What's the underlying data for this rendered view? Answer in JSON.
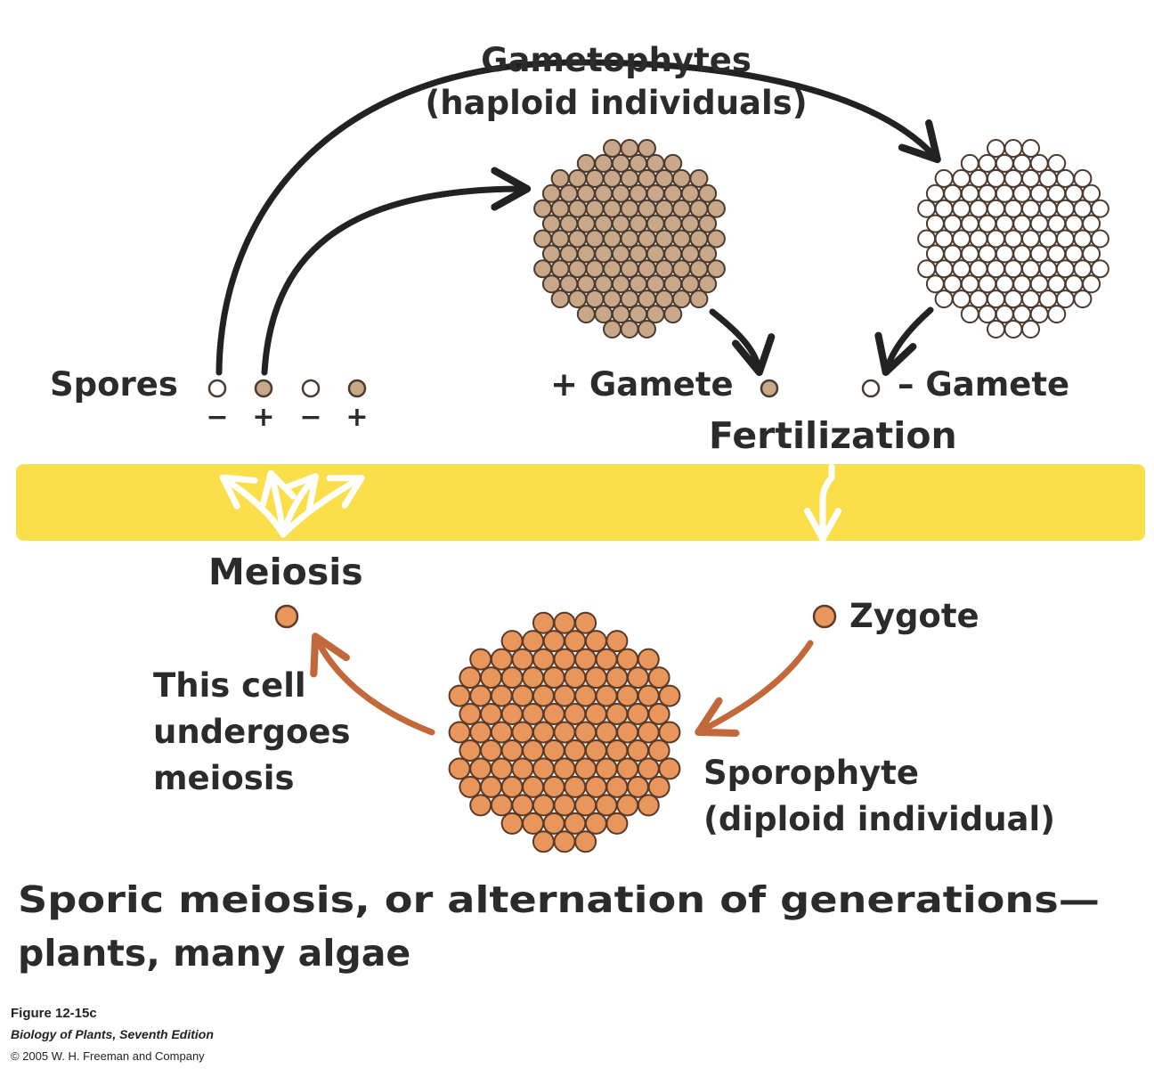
{
  "gametophytes": {
    "title": "Gametophytes",
    "subtitle": "(haploid individuals)"
  },
  "spores": {
    "label": "Spores",
    "signs": [
      "−",
      "+",
      "−",
      "+"
    ]
  },
  "gametes": {
    "plus_label": "+ Gamete",
    "minus_label": "– Gamete"
  },
  "fertilization_label": "Fertilization",
  "meiosis_label": "Meiosis",
  "zygote_label": "Zygote",
  "meiosis_cell_note": [
    "This cell",
    "undergoes",
    "meiosis"
  ],
  "sporophyte": {
    "title": "Sporophyte",
    "subtitle": "(diploid individual)"
  },
  "caption": {
    "line1": "Sporic meiosis, or alternation of generations—",
    "line2": "plants, many algae"
  },
  "figure_credit": {
    "figure": "Figure 12-15c",
    "book": "Biology of Plants, Seventh Edition",
    "copyright": "© 2005 W. H. Freeman and Company"
  },
  "colors": {
    "plus_haploid_fill": "#c9a88a",
    "minus_haploid_fill": "#ffffff",
    "diploid_fill": "#e8965c",
    "band": "#fbdf4a",
    "black_arrow": "#222222",
    "orange_arrow": "#c2683a",
    "text": "#2b2b2b"
  }
}
